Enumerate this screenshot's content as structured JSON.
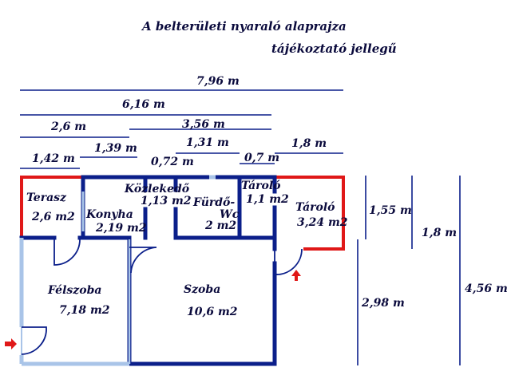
{
  "header": {
    "title": "A belterületi nyaraló alaprajza",
    "subtitle": "tájékoztató jellegű"
  },
  "dimensions": {
    "top": [
      "7,96 m",
      "6,16 m",
      "2,6 m",
      "3,56 m",
      "1,42 m",
      "1,39 m",
      "1,31 m",
      "0,7 m",
      "1,8 m",
      "0,72 m"
    ],
    "right": [
      "1,55 m",
      "1,8 m",
      "2,98 m",
      "4,56 m"
    ]
  },
  "rooms": {
    "terasz": {
      "name": "Terasz",
      "area": "2,6 m2"
    },
    "konyha": {
      "name": "Konyha",
      "area": "2,19 m2"
    },
    "kozlekedo": {
      "name": "Közlekedő",
      "area": "1,13 m2"
    },
    "furdo": {
      "name": "Fürdő-",
      "name2": "Wc",
      "area": "2 m2"
    },
    "taroloSmall": {
      "name": "Tároló",
      "area": "1,1 m2"
    },
    "taroloLarge": {
      "name": "Tároló",
      "area": "3,24 m2"
    },
    "felszoba": {
      "name": "Félszoba",
      "area": "7,18 m2"
    },
    "szoba": {
      "name": "Szoba",
      "area": "10,6 m2"
    }
  },
  "colors": {
    "wall": "#0b1f8a",
    "window": "#a9c4e8",
    "terrace_outline": "#e01818",
    "entry_arrow": "#e01818",
    "dim_line": "#0b1f8a"
  },
  "icons": [
    "entry-arrow-icon",
    "door-swing-icon"
  ]
}
